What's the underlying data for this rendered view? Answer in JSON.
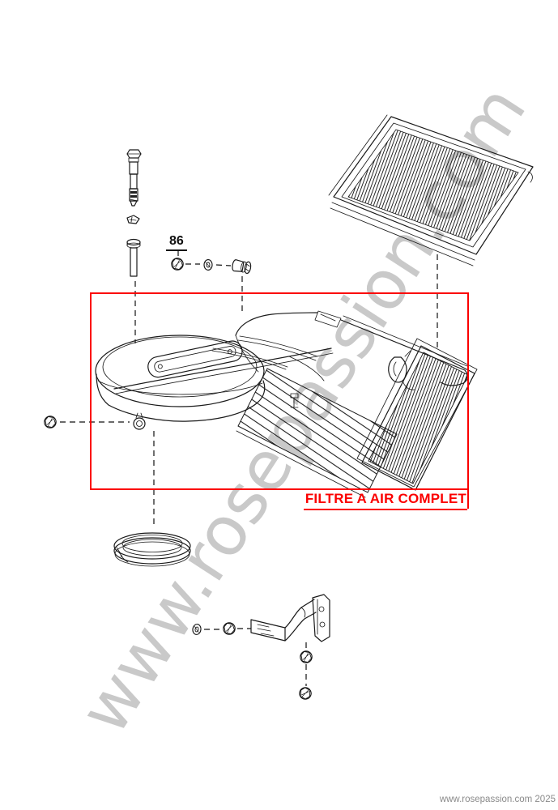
{
  "page": {
    "background": "#ffffff"
  },
  "watermark": {
    "text": "www.rosepassion.com",
    "color": "#c9c9c9"
  },
  "footer": {
    "text": "www.rosepassion.com 2025",
    "color": "#8a8a8a"
  },
  "diagram": {
    "highlight_color": "#fb0000",
    "line_color": "#1a1a1a",
    "part_number_label": "86",
    "caption": "FILTRE A AIR COMPLET",
    "parts": [
      {
        "name": "hex-bolt"
      },
      {
        "name": "spring-clip"
      },
      {
        "name": "stud-screw"
      },
      {
        "name": "hex-nut"
      },
      {
        "name": "washer"
      },
      {
        "name": "plug-fitting"
      },
      {
        "name": "air-filter-element"
      },
      {
        "name": "air-cleaner-housing"
      },
      {
        "name": "filter-tray"
      },
      {
        "name": "sealing-ring"
      },
      {
        "name": "flange-nut"
      },
      {
        "name": "drain-plug"
      },
      {
        "name": "mounting-bracket"
      },
      {
        "name": "bracket-washer"
      },
      {
        "name": "bracket-nut"
      },
      {
        "name": "lock-nut-upper"
      },
      {
        "name": "lock-nut-lower"
      }
    ]
  }
}
